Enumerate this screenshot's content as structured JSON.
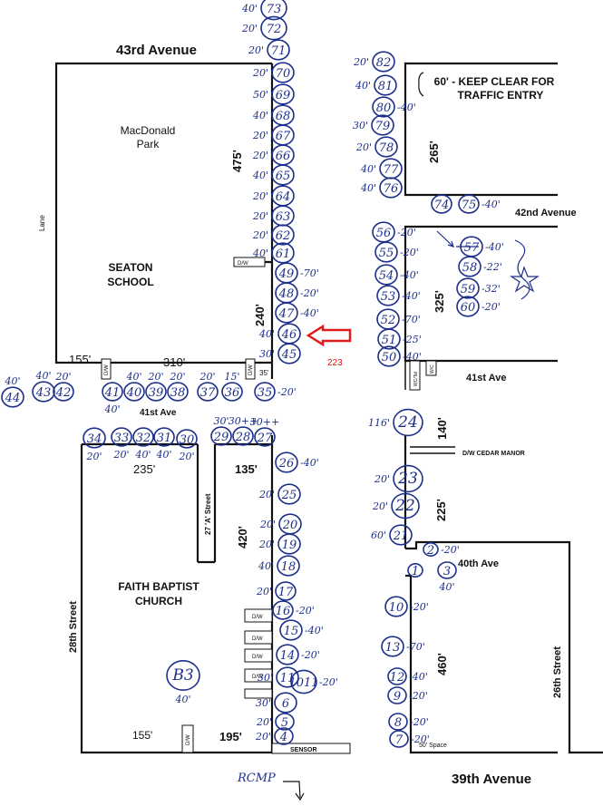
{
  "streets": {
    "ave43": "43rd Avenue",
    "ave42": "42nd Avenue",
    "ave41_west": "41st Ave",
    "ave41_east": "41st Ave",
    "ave40": "40th Ave",
    "ave39": "39th Avenue",
    "st28": "28th Street",
    "st27a": "27 'A' Street",
    "st26": "26th Street",
    "lane": "Lane"
  },
  "places": {
    "park": [
      "MacDonald",
      "Park"
    ],
    "school": [
      "SEATON",
      "SCHOOL"
    ],
    "church": [
      "FAITH BAPTIST",
      "CHURCH"
    ],
    "keep_clear": [
      "60' - KEEP CLEAR FOR",
      "TRAFFIC ENTRY"
    ],
    "cedar_manor": "D/W CEDAR MANOR",
    "sensor": "SENSOR",
    "space": "50' Space",
    "rcmp": "RCMP",
    "ref_number": "223"
  },
  "dimensions": [
    "475'",
    "240'",
    "155'",
    "310'",
    "35'",
    "265'",
    "325'",
    "140'",
    "225'",
    "235'",
    "135'",
    "420'",
    "460'",
    "155'",
    "195'"
  ],
  "dw": "D/W",
  "wc_labels": [
    "WC/Tel",
    "W/C"
  ],
  "stalls": [
    {
      "n": "73",
      "len": "40'"
    },
    {
      "n": "72",
      "len": "20'"
    },
    {
      "n": "71",
      "len": "20'"
    },
    {
      "n": "70",
      "len": "20'"
    },
    {
      "n": "69",
      "len": "50'"
    },
    {
      "n": "68",
      "len": "40'"
    },
    {
      "n": "67",
      "len": "20'"
    },
    {
      "n": "66",
      "len": "20'"
    },
    {
      "n": "65",
      "len": "40'"
    },
    {
      "n": "64",
      "len": "20'"
    },
    {
      "n": "63",
      "len": "20'"
    },
    {
      "n": "62",
      "len": "20'"
    },
    {
      "n": "61",
      "len": "40'"
    },
    {
      "n": "49",
      "len": "70'"
    },
    {
      "n": "48",
      "len": "20'"
    },
    {
      "n": "47",
      "len": "40'"
    },
    {
      "n": "46",
      "len": "40'"
    },
    {
      "n": "45",
      "len": "30'"
    },
    {
      "n": "82",
      "len": "20'"
    },
    {
      "n": "81",
      "len": "40'"
    },
    {
      "n": "80",
      "len": "40'"
    },
    {
      "n": "79",
      "len": "30'"
    },
    {
      "n": "78",
      "len": "20'"
    },
    {
      "n": "77",
      "len": "40'"
    },
    {
      "n": "76",
      "len": "40'"
    },
    {
      "n": "75",
      "len": "40'"
    },
    {
      "n": "74",
      "len": ""
    },
    {
      "n": "56",
      "len": "20'"
    },
    {
      "n": "55",
      "len": "20'"
    },
    {
      "n": "54",
      "len": "40'"
    },
    {
      "n": "53",
      "len": "40'"
    },
    {
      "n": "52",
      "len": "70'"
    },
    {
      "n": "51",
      "len": "25'"
    },
    {
      "n": "50",
      "len": "40'"
    },
    {
      "n": "57",
      "len": "40'"
    },
    {
      "n": "58",
      "len": "22'"
    },
    {
      "n": "59",
      "len": "32'"
    },
    {
      "n": "60",
      "len": "20'"
    },
    {
      "n": "44",
      "len": "40'"
    },
    {
      "n": "43",
      "len": "40'"
    },
    {
      "n": "42",
      "len": "20'"
    },
    {
      "n": "41",
      "len": "40'"
    },
    {
      "n": "40",
      "len": "40'"
    },
    {
      "n": "39",
      "len": "20'"
    },
    {
      "n": "38",
      "len": "20'"
    },
    {
      "n": "37",
      "len": "20'"
    },
    {
      "n": "36",
      "len": "15'"
    },
    {
      "n": "35",
      "len": "20'"
    },
    {
      "n": "34",
      "len": "20'"
    },
    {
      "n": "33",
      "len": "20'"
    },
    {
      "n": "32",
      "len": "40'"
    },
    {
      "n": "31",
      "len": "40'"
    },
    {
      "n": "30",
      "len": "20'"
    },
    {
      "n": "29",
      "len": "30'"
    },
    {
      "n": "28",
      "len": "30++"
    },
    {
      "n": "27",
      "len": "30++"
    },
    {
      "n": "26",
      "len": "40'"
    },
    {
      "n": "25",
      "len": "20'"
    },
    {
      "n": "20",
      "len": "20'"
    },
    {
      "n": "19",
      "len": "20'"
    },
    {
      "n": "18",
      "len": "40'"
    },
    {
      "n": "17",
      "len": "20'"
    },
    {
      "n": "16",
      "len": "20'"
    },
    {
      "n": "15",
      "len": "40'"
    },
    {
      "n": "14",
      "len": "20'"
    },
    {
      "n": "11",
      "len": "30'"
    },
    {
      "n": "6",
      "len": "30'"
    },
    {
      "n": "5",
      "len": "20'"
    },
    {
      "n": "4",
      "len": "20'"
    },
    {
      "n": "24",
      "len": "116'"
    },
    {
      "n": "23",
      "len": "20'"
    },
    {
      "n": "22",
      "len": "20'"
    },
    {
      "n": "21",
      "len": "60'"
    },
    {
      "n": "10",
      "len": "20'"
    },
    {
      "n": "13",
      "len": "70'"
    },
    {
      "n": "12",
      "len": "40'"
    },
    {
      "n": "9",
      "len": "20'"
    },
    {
      "n": "8",
      "len": "20'"
    },
    {
      "n": "7",
      "len": "20'"
    },
    {
      "n": "1",
      "len": ""
    },
    {
      "n": "2",
      "len": "20'"
    },
    {
      "n": "3",
      "len": "40'"
    },
    {
      "n": "B3",
      "len": "40'"
    },
    {
      "n": "1011",
      "len": "20'"
    }
  ]
}
